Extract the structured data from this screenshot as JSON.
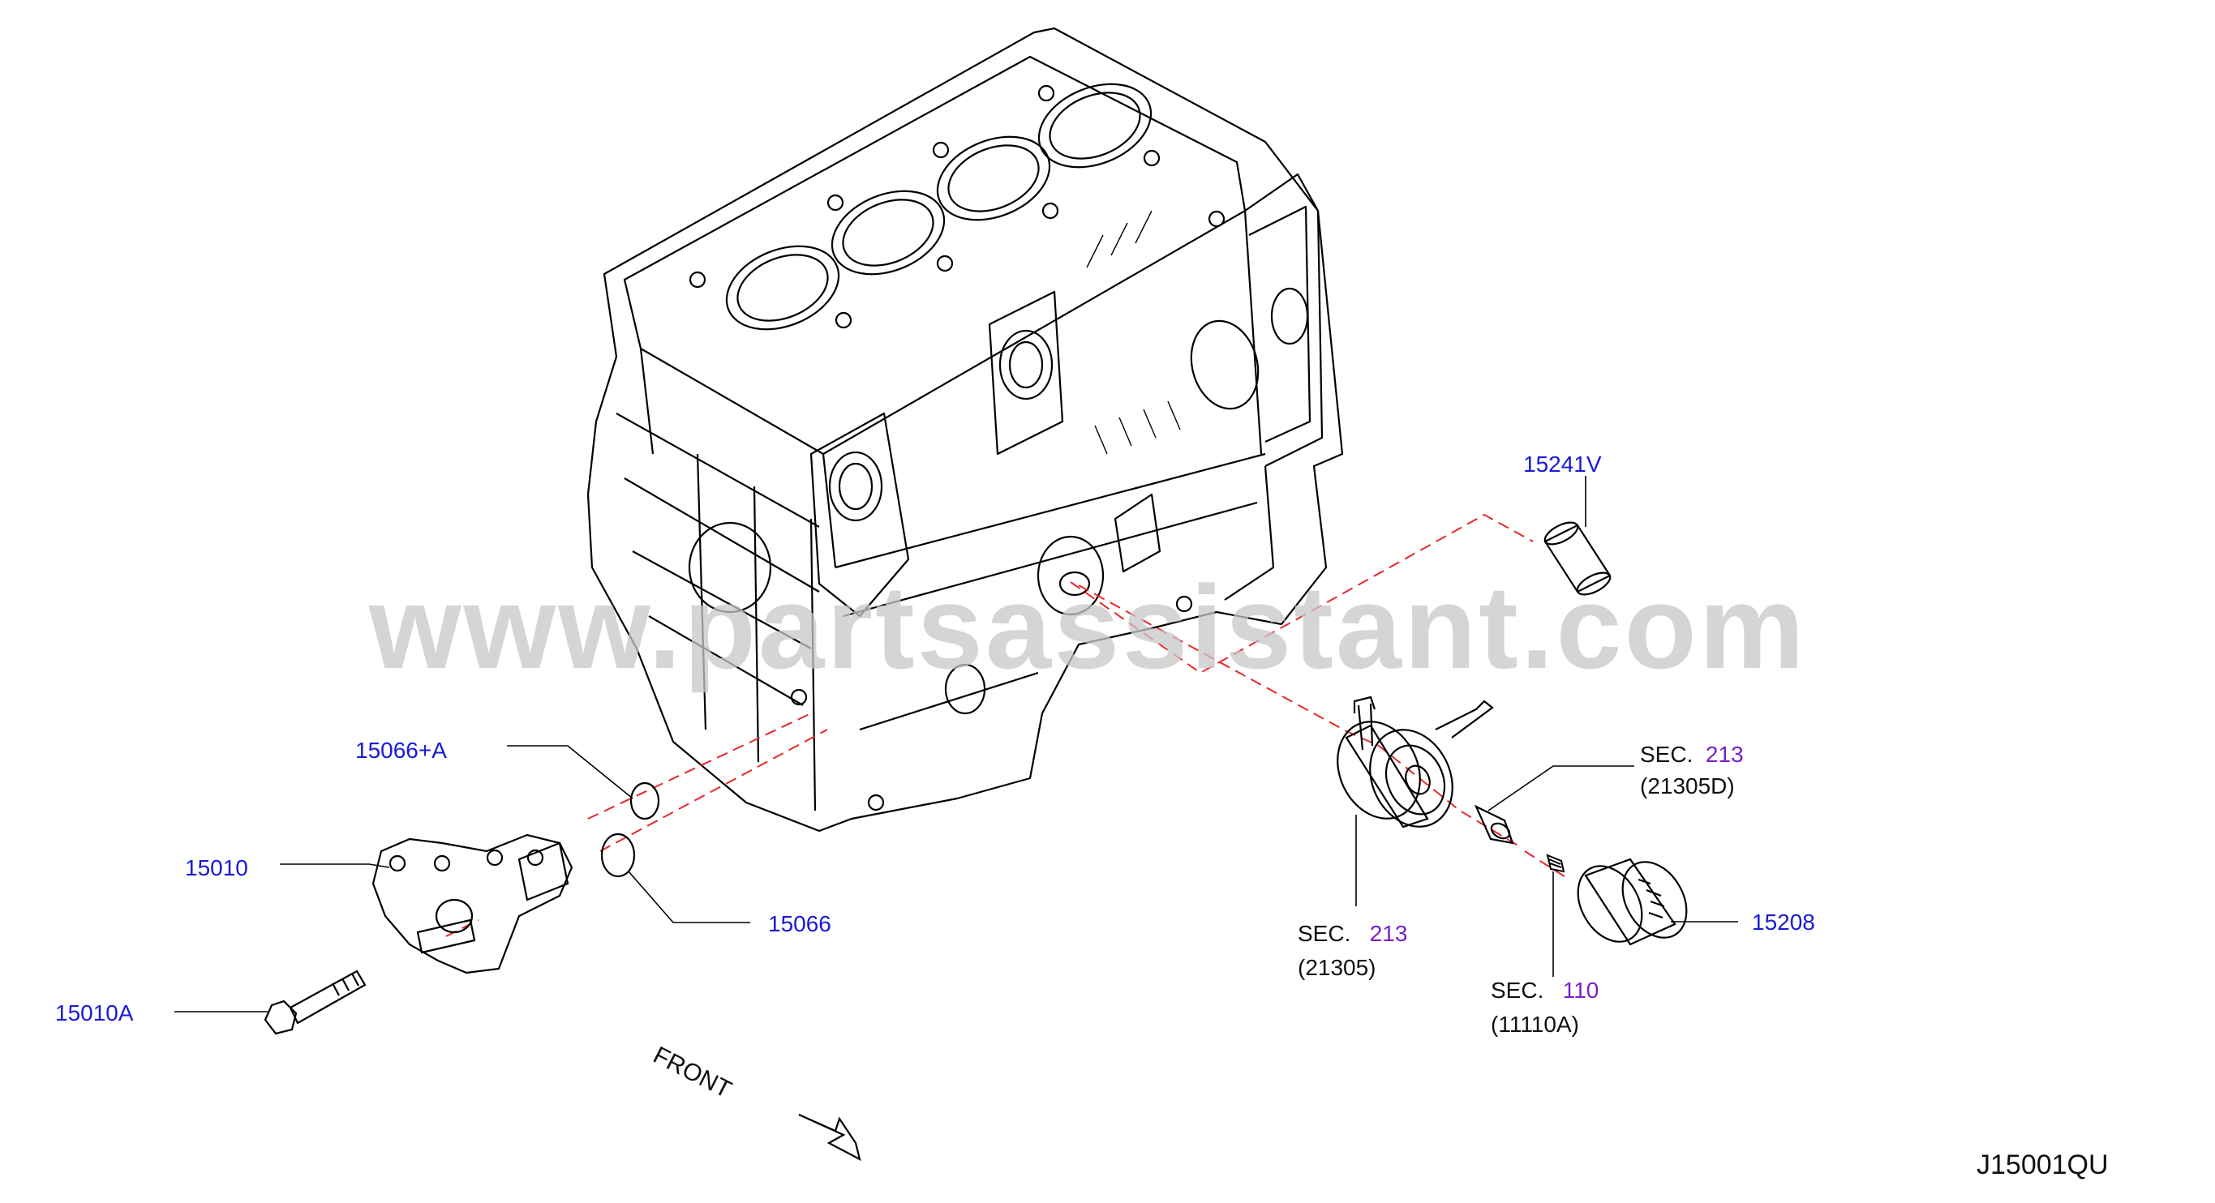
{
  "watermark": "www.partsassistant.com",
  "diagram_code": "J15001QU",
  "front_label": "FRONT",
  "labels": {
    "p15241V": "15241V",
    "p15066A": "15066+A",
    "p15010": "15010",
    "p15066": "15066",
    "p15010A": "15010A",
    "p15208": "15208",
    "sec_a": {
      "prefix": "SEC.",
      "num": "213",
      "sub": "(21305D)"
    },
    "sec_b": {
      "prefix": "SEC.",
      "num": "213",
      "sub": "(21305)"
    },
    "sec_c": {
      "prefix": "SEC.",
      "num": "110",
      "sub": "(11110A)"
    }
  },
  "colors": {
    "part_number": "#1a1ad6",
    "section_number": "#7a1fc9",
    "leader_dashed": "#e8262a",
    "line_art": "#000000"
  }
}
